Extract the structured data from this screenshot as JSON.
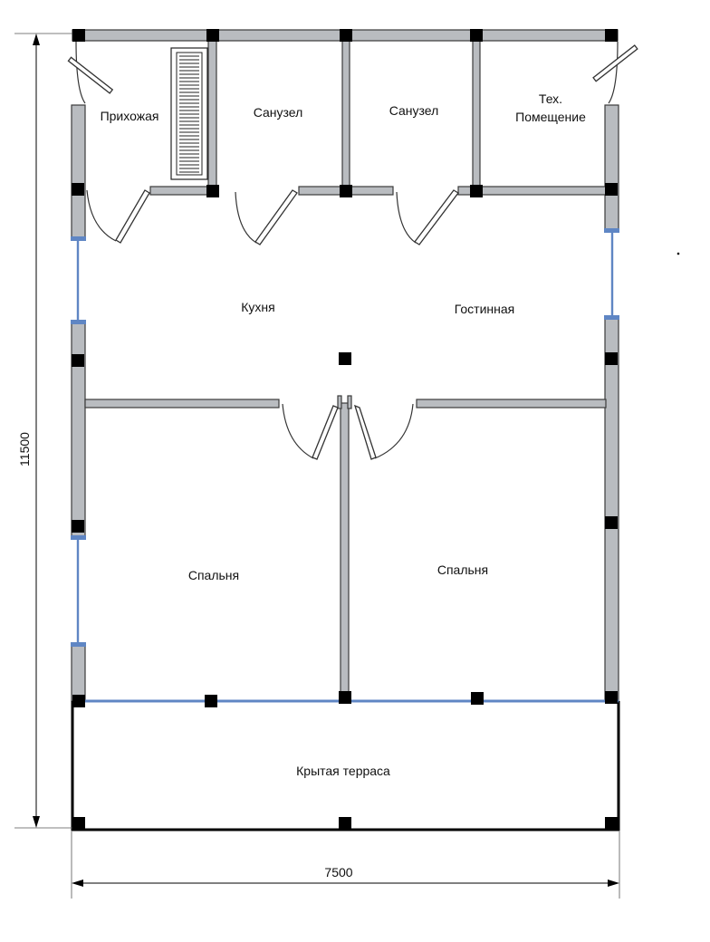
{
  "rooms": {
    "hallway": "Прихожая",
    "bathroom_1": "Санузел",
    "bathroom_2": "Санузел",
    "tech_room_line1": "Тех.",
    "tech_room_line2": "Помещение",
    "kitchen": "Кухня",
    "living_room": "Гостинная",
    "bedroom_left": "Спальня",
    "bedroom_right": "Спальня",
    "terrace": "Крытая терраса"
  },
  "dimensions": {
    "height": "11500",
    "width": "7500"
  },
  "colors": {
    "wall_fill": "#b9bcc0",
    "wall_stroke": "#3b3b3b",
    "window": "#5f86c4",
    "post": "#000000"
  }
}
